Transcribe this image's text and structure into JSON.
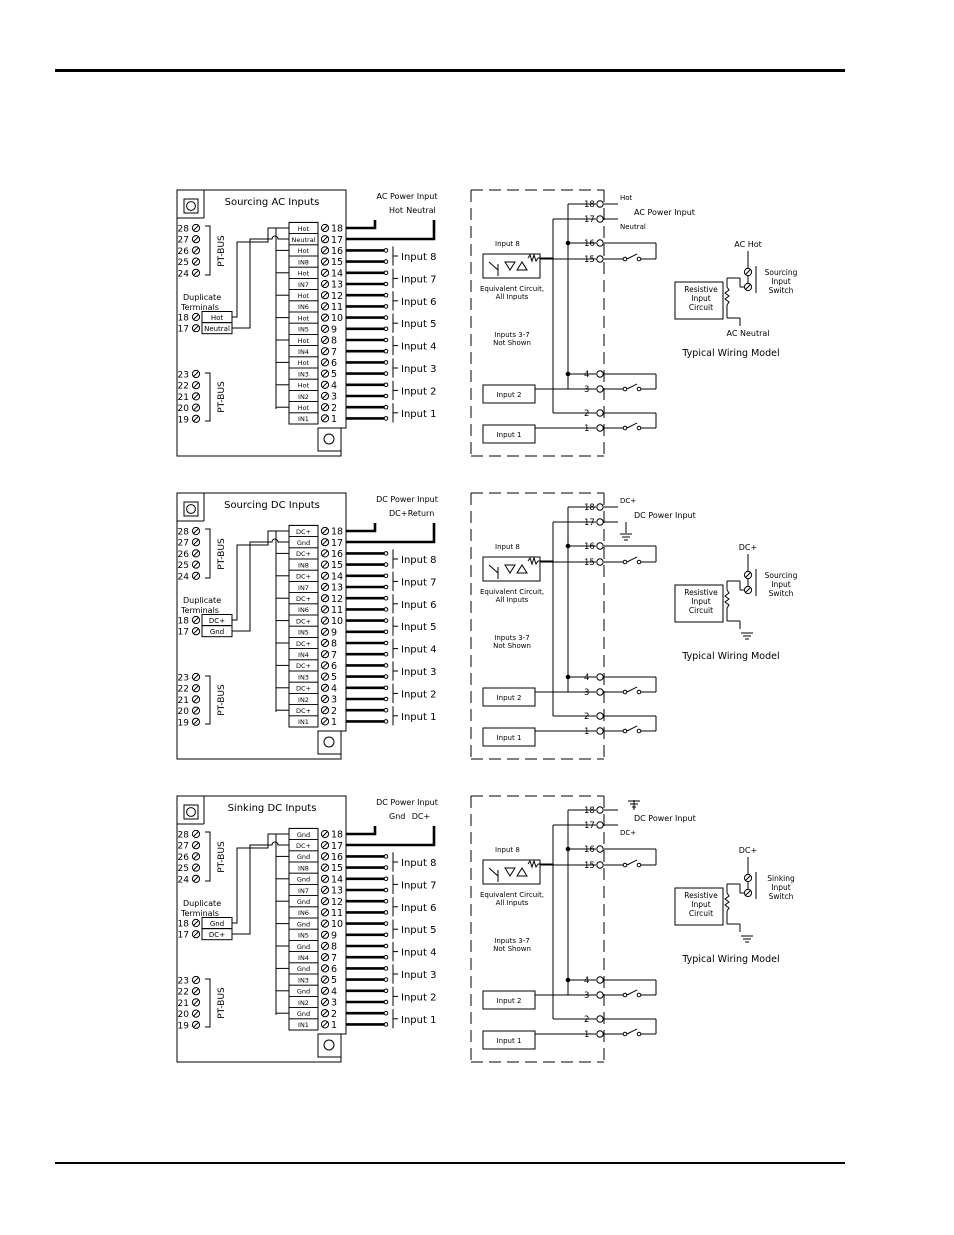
{
  "panels": [
    {
      "title": "Sourcing AC Inputs",
      "power_title": "AC Power Input",
      "power_left": "Hot",
      "power_right": "Neutral",
      "common_a": "Hot",
      "common_b": "Neutral",
      "pos_label": "Hot",
      "dup_top": "Hot",
      "dup_bottom": "Neutral",
      "dup_label1": "Duplicate",
      "dup_label2": "Terminals",
      "eq_note_top": "Hot",
      "eq_note_bottom": "Neutral",
      "eq_power": "AC Power Input",
      "model_top": "AC Hot",
      "model_bottom": "AC Neutral",
      "switch_label": [
        "Sourcing",
        "Input",
        "Switch"
      ]
    },
    {
      "title": "Sourcing DC Inputs",
      "power_title": "DC Power Input",
      "power_left": "DC+",
      "power_right": "Return",
      "common_a": "DC+",
      "common_b": "Gnd",
      "pos_label": "DC+",
      "dup_top": "DC+",
      "dup_bottom": "Gnd",
      "dup_label1": "Duplicate",
      "dup_label2": "Terminals",
      "eq_note_top": "DC+",
      "eq_note_bottom": "",
      "eq_power": "DC Power Input",
      "model_top": "DC+",
      "model_bottom": "",
      "switch_label": [
        "Sourcing",
        "Input",
        "Switch"
      ]
    },
    {
      "title": "Sinking DC Inputs",
      "power_title": "DC Power Input",
      "power_left": "Gnd",
      "power_right": "DC+",
      "common_a": "Gnd",
      "common_b": "DC+",
      "pos_label": "Gnd",
      "dup_top": "Gnd",
      "dup_bottom": "DC+",
      "dup_label1": "Duplicate",
      "dup_label2": "Terminals",
      "eq_note_top": "",
      "eq_note_bottom": "DC+",
      "eq_power": "DC Power Input",
      "model_top": "DC+",
      "model_bottom": "",
      "switch_label": [
        "Sinking",
        "Input",
        "Switch"
      ]
    }
  ],
  "common": {
    "pt_bus": "PT-BUS",
    "bus_top": [
      "28",
      "27",
      "26",
      "25",
      "24"
    ],
    "bus_bottom": [
      "23",
      "22",
      "21",
      "20",
      "19"
    ],
    "dup_nums": [
      "18",
      "17"
    ],
    "terminal_numbers": [
      "18",
      "17",
      "16",
      "15",
      "14",
      "13",
      "12",
      "11",
      "10",
      "9",
      "8",
      "7",
      "6",
      "5",
      "4",
      "3",
      "2",
      "1"
    ],
    "in_labels": [
      "IN8",
      "IN7",
      "IN6",
      "IN5",
      "IN4",
      "IN3",
      "IN2",
      "IN1"
    ],
    "inputs": [
      "Input 8",
      "Input 7",
      "Input 6",
      "Input 5",
      "Input 4",
      "Input 3",
      "Input 2",
      "Input 1"
    ],
    "equiv_input8": "Input 8",
    "equiv_circuit": [
      "Equivalent Circuit,",
      "All Inputs"
    ],
    "inputs_not_shown": [
      "Inputs 3-7",
      "Not Shown"
    ],
    "equiv_input2": "Input 2",
    "equiv_input1": "Input 1",
    "resistive": [
      "Resistive",
      "Input",
      "Circuit"
    ],
    "typical": "Typical Wiring Model",
    "eq_terms": [
      "18",
      "17",
      "16",
      "15",
      "4",
      "3",
      "2",
      "1"
    ]
  }
}
